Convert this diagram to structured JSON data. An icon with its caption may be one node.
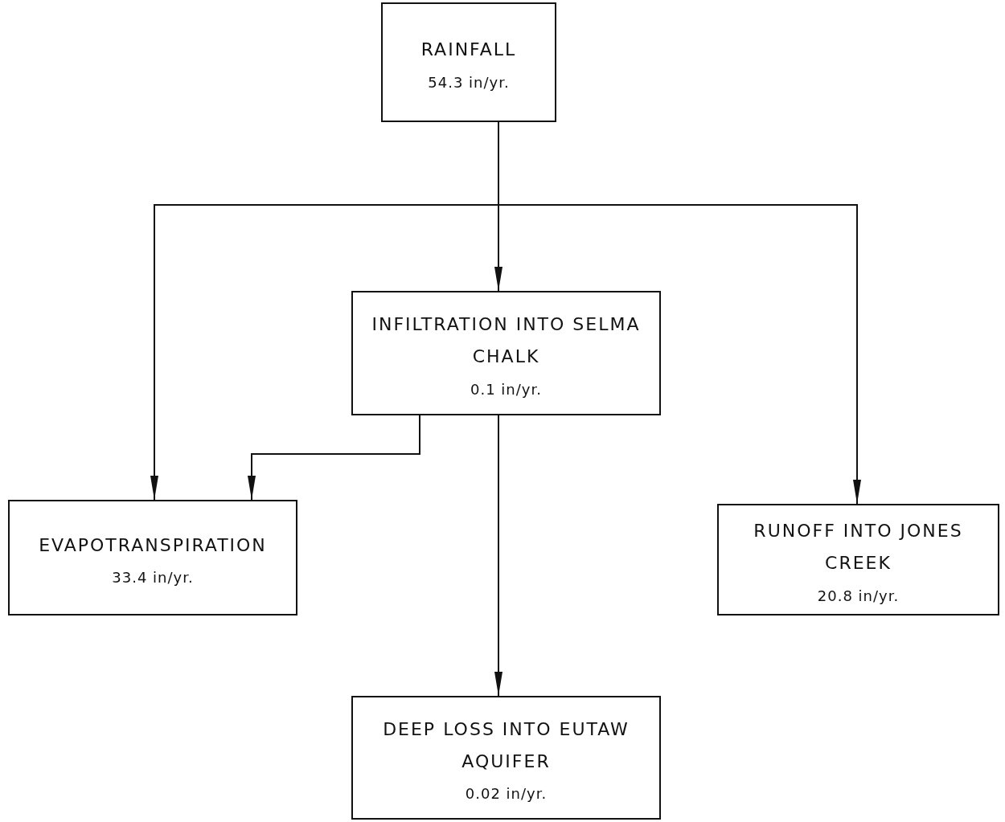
{
  "diagram": {
    "nodes": [
      {
        "text": [
          "RAINFALL",
          "54.3 in/yr."
        ]
      },
      {
        "text": [
          "INFILTRATION INTO SELMA CHALK",
          "0.1 in/yr."
        ]
      },
      {
        "text": [
          "EVAPOTRANSPIRATION",
          "33.4 in/yr."
        ]
      },
      {
        "text": [
          "RUNOFF INTO JONES CREEK",
          "20.8 in/yr."
        ]
      },
      {
        "text": [
          "DEEP LOSS INTO EUTAW AQUIFER",
          "0.02 in/yr."
        ]
      }
    ],
    "edges": [
      {
        "from": 0,
        "to": 1,
        "arrow": "to"
      },
      {
        "from": 0,
        "to": 2,
        "arrow": "to"
      },
      {
        "from": 0,
        "to": 3,
        "arrow": "to"
      },
      {
        "from": 1,
        "to": 2,
        "arrow": "to"
      },
      {
        "from": 1,
        "to": 4,
        "arrow": "to"
      }
    ]
  }
}
